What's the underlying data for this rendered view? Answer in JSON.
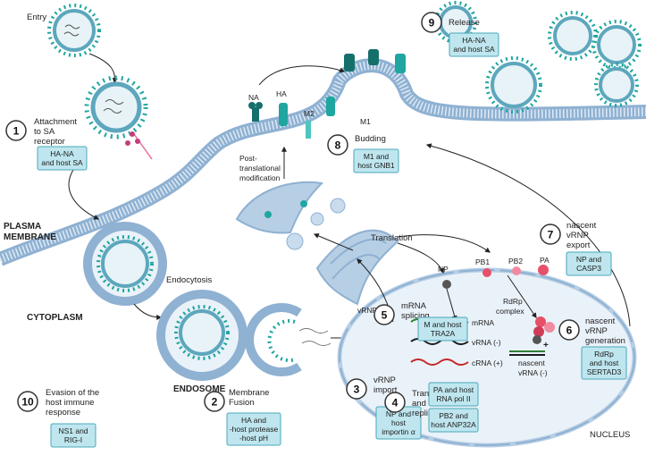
{
  "labels": {
    "entry": "Entry",
    "plasma_membrane_1": "PLASMA",
    "plasma_membrane_2": "MEMBRANE",
    "cytoplasm": "CYTOPLASM",
    "endocytosis": "Endocytosis",
    "endosome": "ENDOSOME",
    "nucleus": "NUCLEUS",
    "na": "NA",
    "ha": "HA",
    "m2": "M2",
    "m1": "M1",
    "post_translational_1": "Post-",
    "post_translational_2": "translational",
    "post_translational_3": "modification",
    "translation": "Translation",
    "pa": "PA",
    "pb1": "PB1",
    "pb2": "PB2",
    "np": "NP",
    "rdrp_1": "RdRp",
    "rdrp_2": "complex",
    "plus": "+",
    "vrnp": "vRNP",
    "mrna": "mRNA",
    "vrna_neg": "vRNA (-)",
    "crna_pos": "cRNA (+)",
    "nascent_1": "nascent",
    "nascent_2": "vRNA (-)"
  },
  "steps": [
    {
      "num": "1",
      "title": [
        "Attachment",
        "to SA",
        "receptor"
      ],
      "boxes": [
        [
          "HA-NA",
          "and host SA"
        ]
      ]
    },
    {
      "num": "2",
      "title": [
        "Membrane",
        "Fusion"
      ],
      "boxes": [
        [
          "HA and",
          "-host protease",
          "-host pH"
        ]
      ]
    },
    {
      "num": "3",
      "title": [
        "vRNP",
        "import"
      ],
      "boxes": [
        [
          "NP and",
          "host",
          "importin α"
        ]
      ]
    },
    {
      "num": "4",
      "title": [
        "Transcription",
        "and",
        "replication"
      ],
      "boxes": [
        [
          "PA and host",
          "RNA pol II"
        ],
        [
          "PB2 and",
          "host ANP32A"
        ]
      ]
    },
    {
      "num": "5",
      "title": [
        "mRNA",
        "splicing"
      ],
      "boxes": [
        [
          "M and host",
          "TRA2A"
        ]
      ]
    },
    {
      "num": "6",
      "title": [
        "nascent",
        "vRNP",
        "generation"
      ],
      "boxes": [
        [
          "RdRp",
          "and host",
          "SERTAD3"
        ]
      ]
    },
    {
      "num": "7",
      "title": [
        "nascent",
        "vRNP",
        "export"
      ],
      "boxes": [
        [
          "NP and",
          "CASP3"
        ]
      ]
    },
    {
      "num": "8",
      "title": [
        "Budding"
      ],
      "boxes": [
        [
          "M1 and",
          "host GNB1"
        ]
      ]
    },
    {
      "num": "9",
      "title": [
        "Release"
      ],
      "boxes": [
        [
          "HA-NA",
          "and host SA"
        ]
      ]
    },
    {
      "num": "10",
      "title": [
        "Evasion of the",
        "host immune",
        "response"
      ],
      "boxes": [
        [
          "NS1 and",
          "RIG-I"
        ]
      ]
    }
  ],
  "colors": {
    "membrane": "#b7cfe5",
    "membrane_edge": "#8fb1d2",
    "teal": "#1fa6a0",
    "teal_dark": "#15706c",
    "box_fill": "#bfe6ef",
    "box_edge": "#4aa8b8",
    "np_dot": "#555555",
    "pa_dot": "#e8506a",
    "rna_green": "#2e7d32",
    "rna_red": "#c62828"
  }
}
